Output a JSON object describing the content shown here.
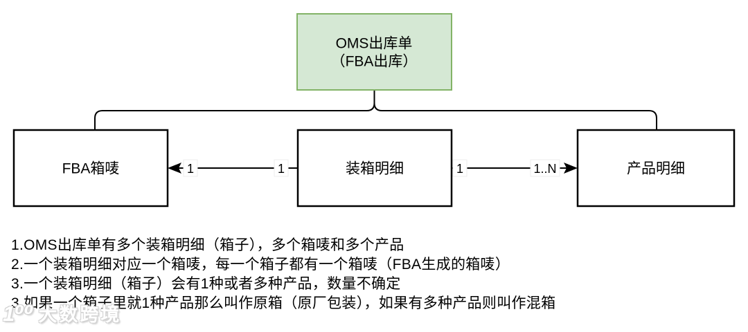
{
  "diagram": {
    "root_node": {
      "label_line1": "OMS出库单",
      "label_line2": "（FBA出库）",
      "fill_color": "#d5e8d4",
      "stroke_color": "#82b366"
    },
    "nodes": [
      {
        "label": "FBA箱唛"
      },
      {
        "label": "装箱明细"
      },
      {
        "label": "产品明细"
      }
    ],
    "edges": [
      {
        "from": "装箱明细",
        "to": "FBA箱唛",
        "label_at_target": "1",
        "label_at_source": "1"
      },
      {
        "from": "装箱明细",
        "to": "产品明细",
        "label_at_source": "1",
        "label_at_target": "1..N"
      }
    ],
    "line_color": "#000000",
    "node_fill": "#ffffff",
    "node_stroke": "#000000"
  },
  "notes": {
    "lines": [
      "1.OMS出库单有多个装箱明细（箱子），多个箱唛和多个产品",
      "2.一个装箱明细对应一个箱唛，每一个箱子都有一个箱唛（FBA生成的箱唛）",
      "3.一个装箱明细（箱子）会有1种或者多种产品，数量不确定",
      "3.如果一个箱子里就1种产品那么叫作原箱（原厂包装），如果有多种产品则叫作混箱"
    ]
  },
  "watermark": {
    "mark": "1⁰⁰",
    "text": "大数跨境"
  }
}
